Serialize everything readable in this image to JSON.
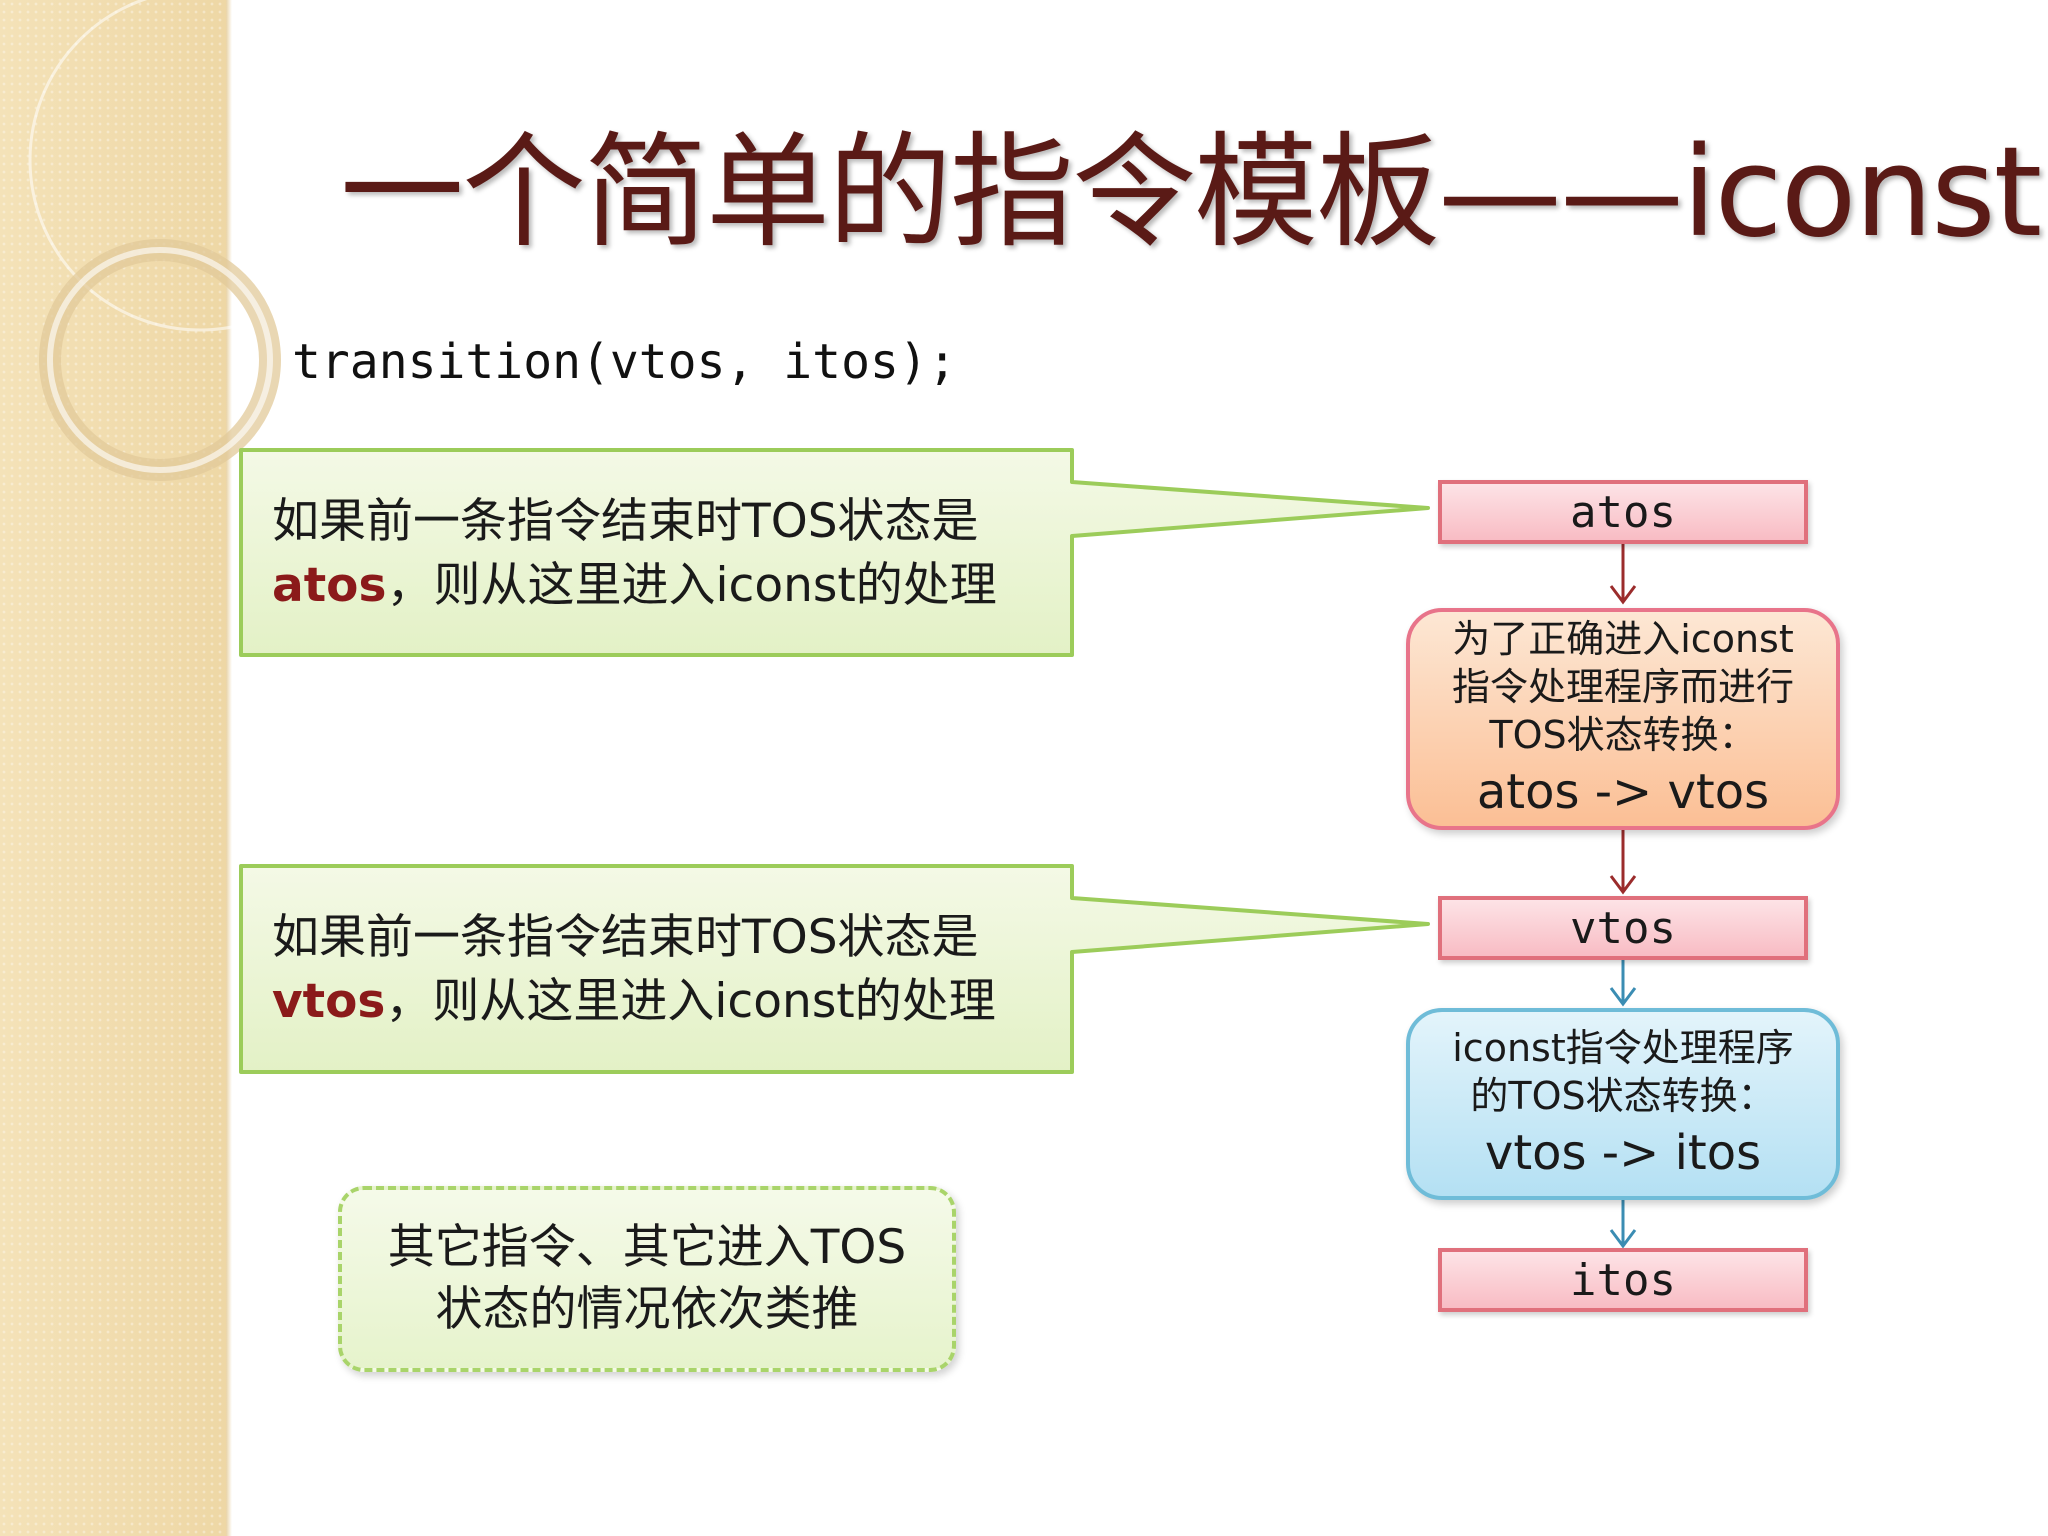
{
  "title": "一个简单的指令模板——iconst",
  "code": "transition(vtos, itos);",
  "callouts": [
    {
      "line1": "如果前一条指令结束时TOS状态是",
      "keyword": "atos",
      "line2_rest": "，则从这里进入iconst的处理"
    },
    {
      "line1": "如果前一条指令结束时TOS状态是",
      "keyword": "vtos",
      "line2_rest": "，则从这里进入iconst的处理"
    }
  ],
  "note": {
    "line1": "其它指令、其它进入TOS",
    "line2": "状态的情况依次类推"
  },
  "flow": {
    "state_atos": "atos",
    "process1": {
      "line1": "为了正确进入iconst",
      "line2": "指令处理程序而进行",
      "line3": "TOS状态转换：",
      "transition": "atos -> vtos"
    },
    "state_vtos": "vtos",
    "process2": {
      "line1": "iconst指令处理程序",
      "line2": "的TOS状态转换：",
      "transition": "vtos -> itos"
    },
    "state_itos": "itos"
  },
  "colors": {
    "title": "#5a1a16",
    "keyword": "#8b1a1a",
    "callout_border": "#9ccc5a",
    "state_border": "#e0707c",
    "arrow_red": "#9b2c2c",
    "arrow_blue": "#3b8db3"
  }
}
